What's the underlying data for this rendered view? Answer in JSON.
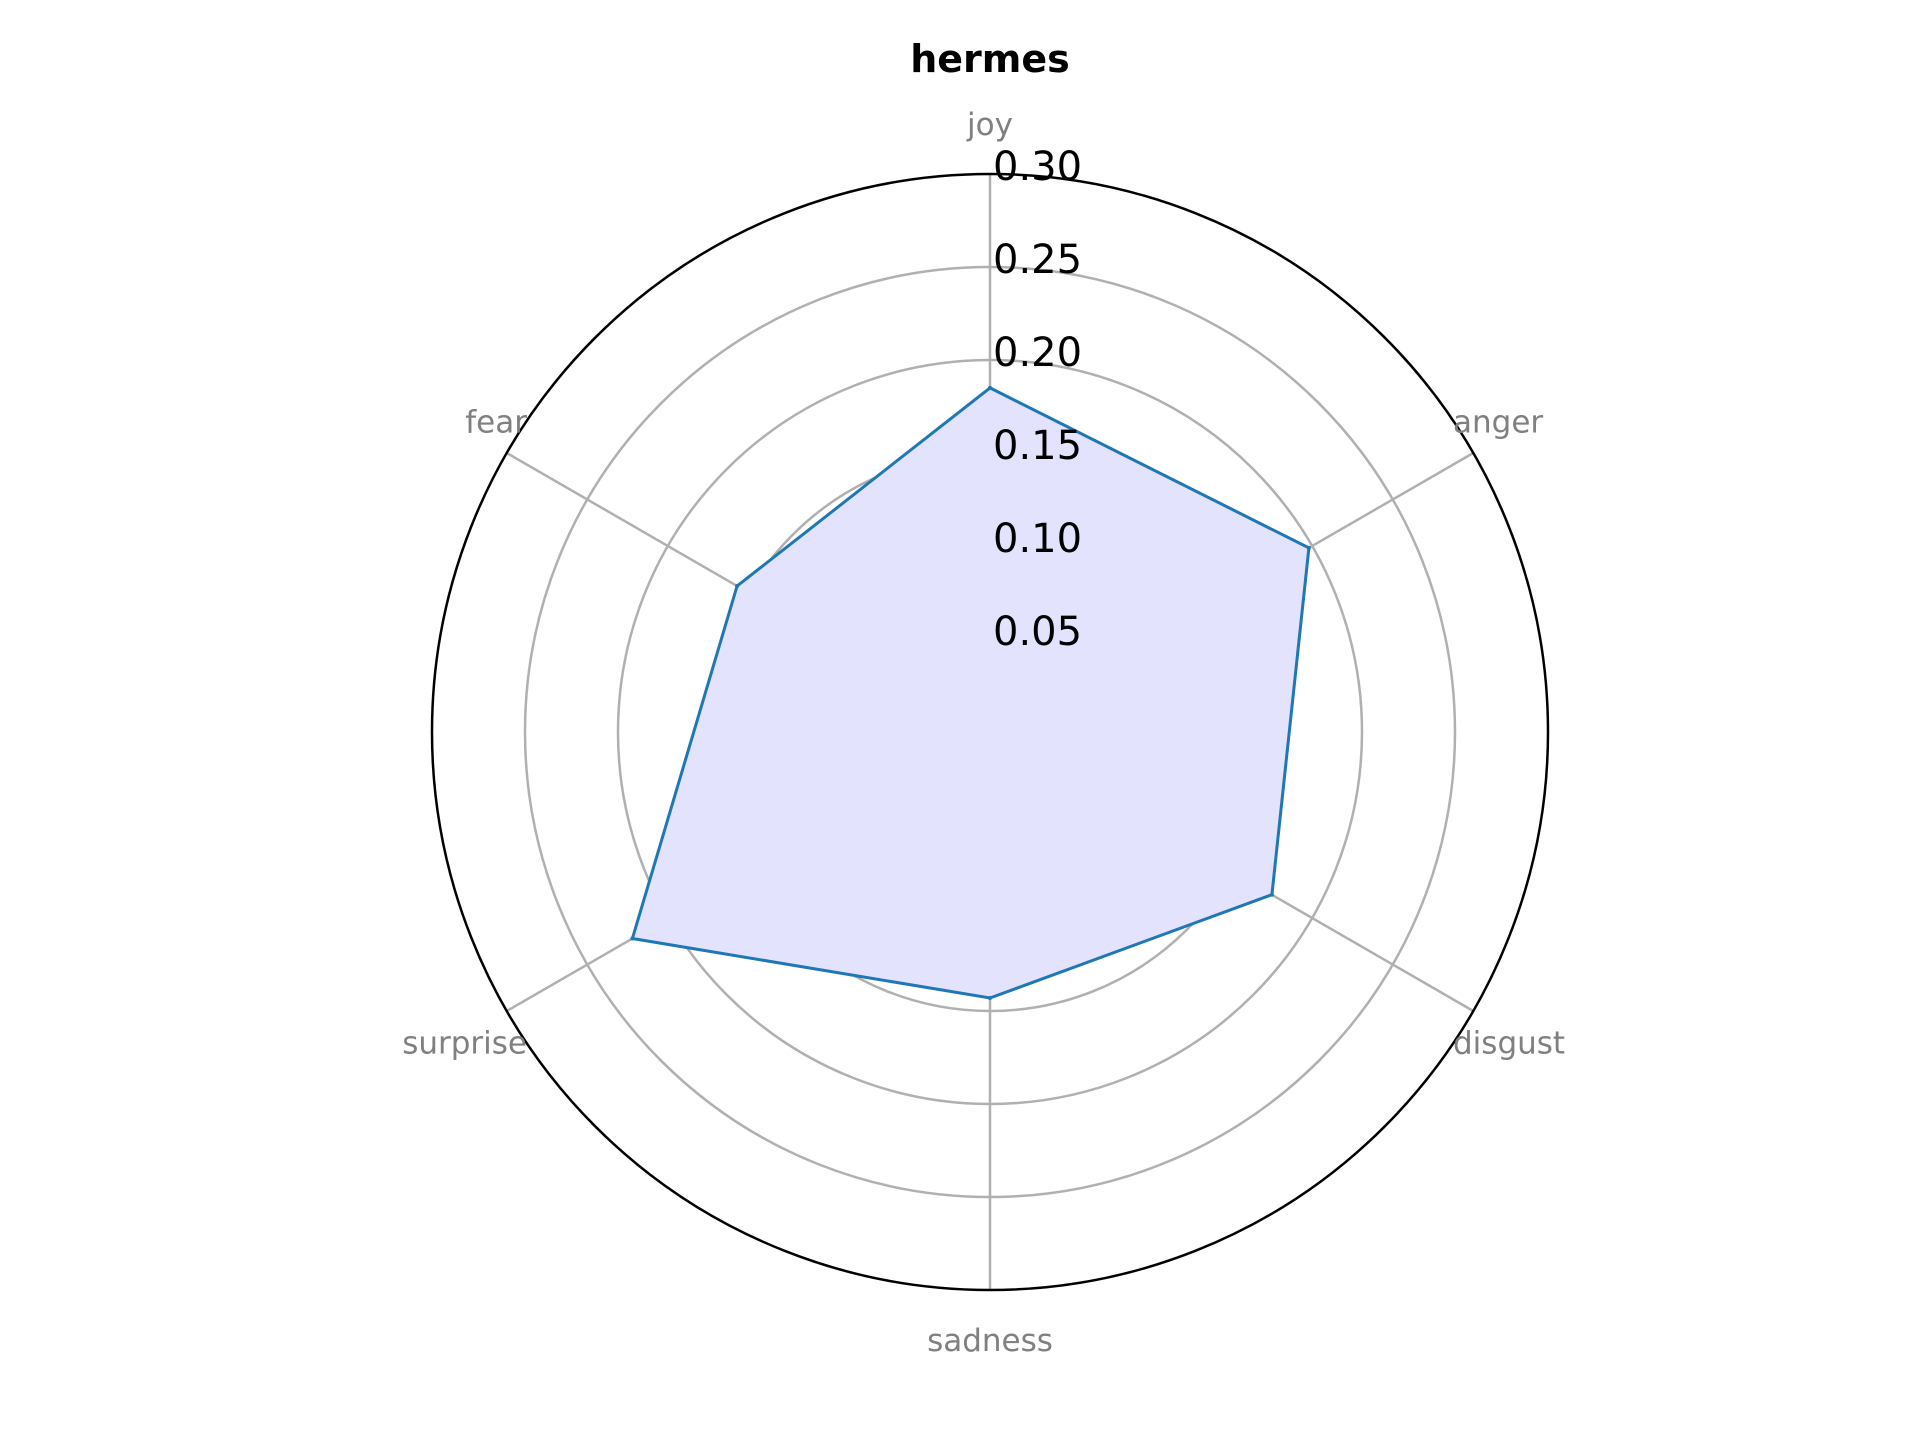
{
  "chart_data": {
    "type": "radar",
    "title": "hermes",
    "categories": [
      "joy",
      "anger",
      "disgust",
      "sadness",
      "surprise",
      "fear"
    ],
    "series": [
      {
        "values": [
          0.185,
          0.198,
          0.175,
          0.143,
          0.222,
          0.157
        ]
      }
    ],
    "rlim": [
      0,
      0.3
    ],
    "rticks": [
      "0.05",
      "0.10",
      "0.15",
      "0.20",
      "0.25",
      "0.30"
    ],
    "rtick_values": [
      0.05,
      0.1,
      0.15,
      0.2,
      0.25,
      0.3
    ],
    "grid": true,
    "colors": {
      "line": "#1f77b4",
      "fill": "#e3e3fe",
      "grid": "#b0b0b0",
      "outer": "#000000",
      "category_text": "#808080"
    }
  }
}
